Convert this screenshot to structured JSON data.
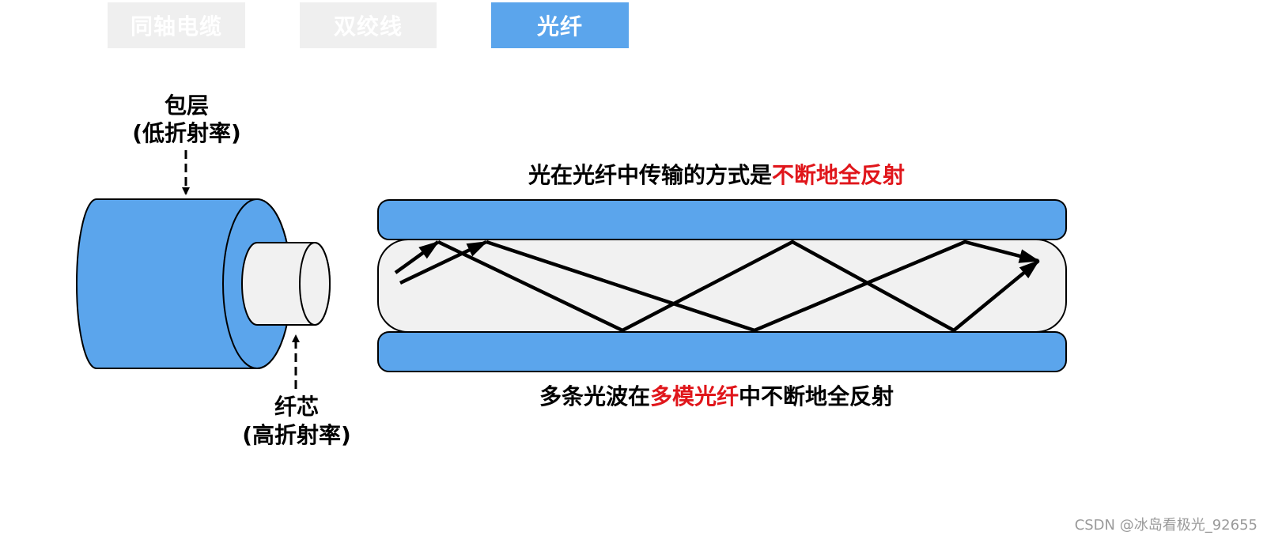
{
  "tabs": [
    {
      "label": "同轴电缆",
      "active": false
    },
    {
      "label": "双绞线",
      "active": false
    },
    {
      "label": "光纤",
      "active": true
    }
  ],
  "colors": {
    "accent_blue": "#5ba5ec",
    "core_gray": "#f1f1f1",
    "inactive_tab": "#efefef",
    "highlight_red": "#e0161b"
  },
  "cable": {
    "cladding_label_line1": "包层",
    "cladding_label_line2": "(低折射率)",
    "core_label_line1": "纤芯",
    "core_label_line2": "(高折射率)"
  },
  "fiber": {
    "top_caption_prefix": "光在光纤中传输的方式是",
    "top_caption_highlight": "不断地全反射",
    "bottom_caption_prefix": "多条光波在",
    "bottom_caption_highlight": "多模光纤",
    "bottom_caption_suffix": "中不断地全反射"
  },
  "watermark": "CSDN @冰岛看极光_92655"
}
